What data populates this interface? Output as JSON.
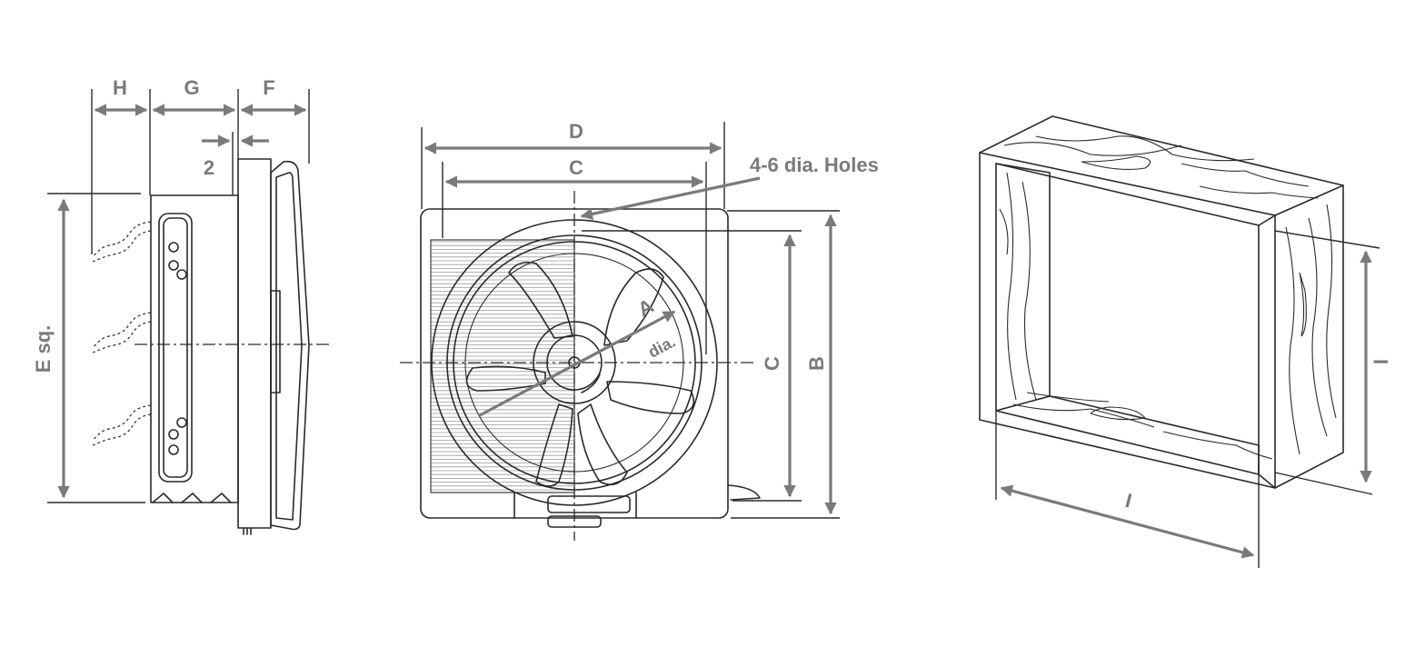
{
  "labels": {
    "h": "H",
    "g": "G",
    "f": "F",
    "two": "2",
    "e_sq": "E sq.",
    "d": "D",
    "c_top": "C",
    "holes": "4-6 dia. Holes",
    "a": "A",
    "dia": "dia.",
    "c_side": "C",
    "b": "B",
    "i_vertical": "I",
    "i_bottom": "I"
  },
  "colors": {
    "dimension": "#7a7a7a",
    "line_art": "#2a2a2a",
    "background": "#ffffff"
  }
}
